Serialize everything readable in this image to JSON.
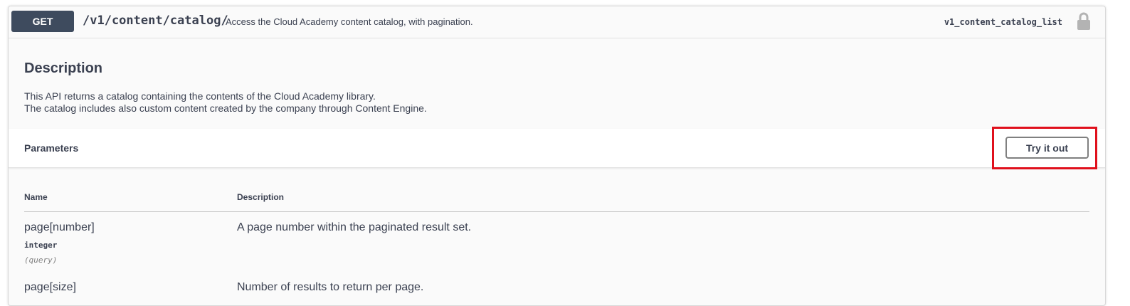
{
  "operation": {
    "method": "GET",
    "path": "/v1/content/catalog/",
    "summary": "Access the Cloud Academy content catalog, with pagination.",
    "operation_id": "v1_content_catalog_list",
    "lock_icon": "lock-icon"
  },
  "description": {
    "title": "Description",
    "line1": "This API returns a catalog containing the contents of the Cloud Academy library.",
    "line2": "The catalog includes also custom content created by the company through Content Engine."
  },
  "parameters": {
    "title": "Parameters",
    "try_it_out_label": "Try it out",
    "columns": {
      "name": "Name",
      "description": "Description"
    },
    "items": [
      {
        "name": "page[number]",
        "type": "integer",
        "in": "(query)",
        "description": "A page number within the paginated result set."
      },
      {
        "name": "page[size]",
        "description": "Number of results to return per page."
      }
    ]
  },
  "colors": {
    "method_bg": "#3e4b5e",
    "highlight": "#e0101c",
    "text": "#3b4151"
  }
}
